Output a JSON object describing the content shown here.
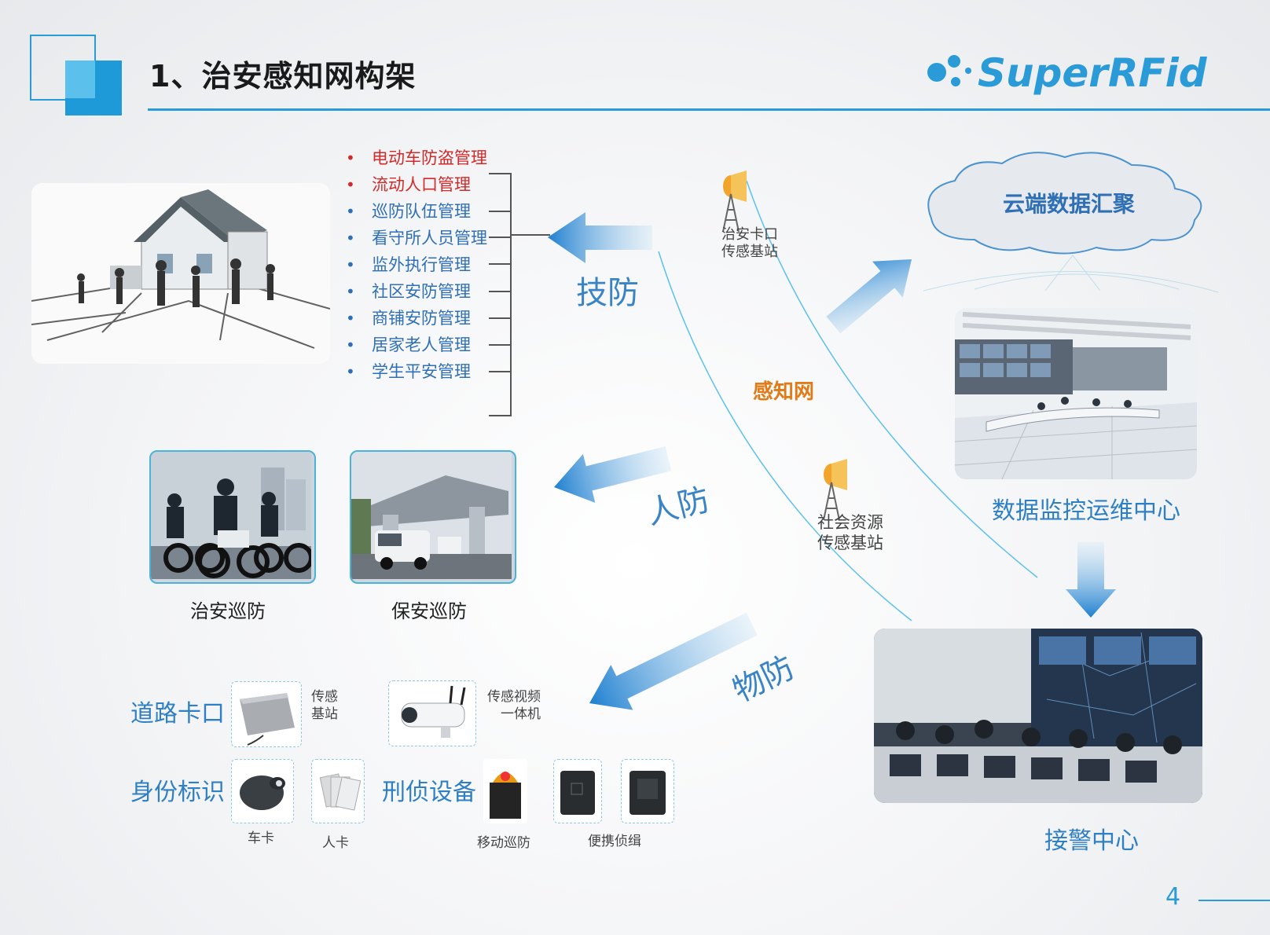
{
  "header": {
    "title": "1、治安感知网构架",
    "logo_text": "SuperRFid"
  },
  "management_list": [
    {
      "label": "电动车防盗管理",
      "highlight": true
    },
    {
      "label": "流动人口管理",
      "highlight": true
    },
    {
      "label": "巡防队伍管理",
      "highlight": false
    },
    {
      "label": "看守所人员管理",
      "highlight": false
    },
    {
      "label": "监外执行管理",
      "highlight": false
    },
    {
      "label": "社区安防管理",
      "highlight": false
    },
    {
      "label": "商铺安防管理",
      "highlight": false
    },
    {
      "label": "居家老人管理",
      "highlight": false
    },
    {
      "label": "学生平安管理",
      "highlight": false
    }
  ],
  "flows": {
    "tech": "技防",
    "people": "人防",
    "physical": "物防",
    "sensing_net": "感知网"
  },
  "stations": {
    "checkpoint": [
      "治安卡口",
      "传感基站"
    ],
    "social": [
      "社会资源",
      "传感基站"
    ]
  },
  "cloud": {
    "label": "云端数据汇聚"
  },
  "centers": {
    "monitor": "数据监控运维中心",
    "alarm": "接警中心"
  },
  "patrol": {
    "police": "治安巡防",
    "guard": "保安巡防"
  },
  "devices": {
    "road_checkpoint": "道路卡口",
    "base_station": [
      "传感",
      "基站"
    ],
    "video_unit": [
      "传感视频",
      "一体机"
    ],
    "identity": "身份标识",
    "car_card": "车卡",
    "person_card": "人卡",
    "investigation": "刑侦设备",
    "mobile_patrol": "移动巡防",
    "portable": "便携侦缉"
  },
  "page_number": "4",
  "colors": {
    "accent": "#2a9bd6",
    "list_blue": "#2f6fb6",
    "list_red": "#d22a2a",
    "sensing_orange": "#e07b18"
  }
}
